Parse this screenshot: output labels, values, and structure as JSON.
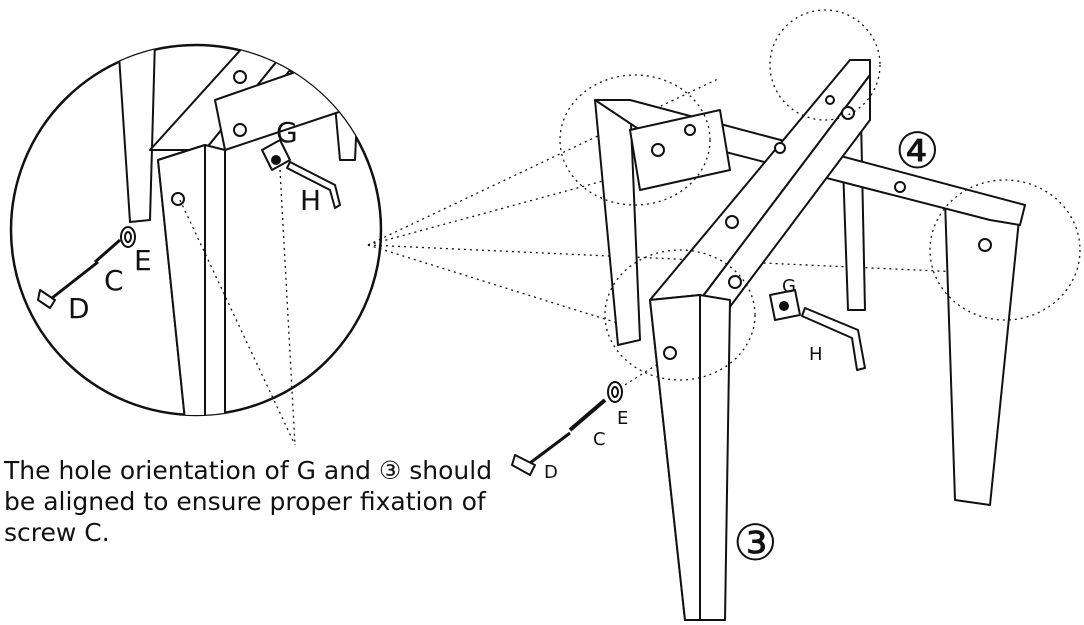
{
  "labels": {
    "g_detail": "G",
    "h_detail": "H",
    "e_detail": "E",
    "c_detail": "C",
    "d_detail": "D",
    "g_main": "G",
    "h_main": "H",
    "e_main": "E",
    "c_main": "C",
    "d_main": "D"
  },
  "steps": {
    "part_3": "③",
    "part_4": "④"
  },
  "note": "The hole orientation of G and ③ should be aligned to ensure proper fixation of screw C."
}
